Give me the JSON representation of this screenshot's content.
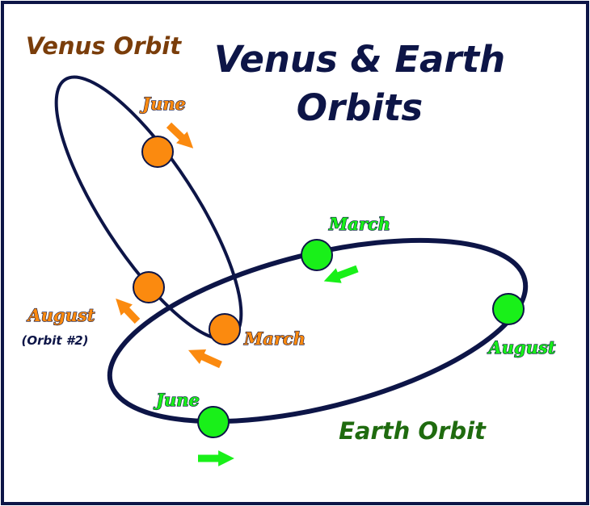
{
  "title_line1": "Venus & Earth",
  "title_line2": "Orbits",
  "venus": {
    "orbit_label": "Venus Orbit",
    "positions": [
      {
        "month": "June",
        "note": ""
      },
      {
        "month": "August",
        "note": "(Orbit #2)"
      },
      {
        "month": "March",
        "note": ""
      }
    ]
  },
  "earth": {
    "orbit_label": "Earth Orbit",
    "positions": [
      {
        "month": "March"
      },
      {
        "month": "August"
      },
      {
        "month": "June"
      }
    ]
  },
  "colors": {
    "navy": "#0d1547",
    "venus": "#fb8a0f",
    "earth": "#19f019",
    "venus_label": "#7a3d0a",
    "earth_label": "#1f6b0f"
  }
}
